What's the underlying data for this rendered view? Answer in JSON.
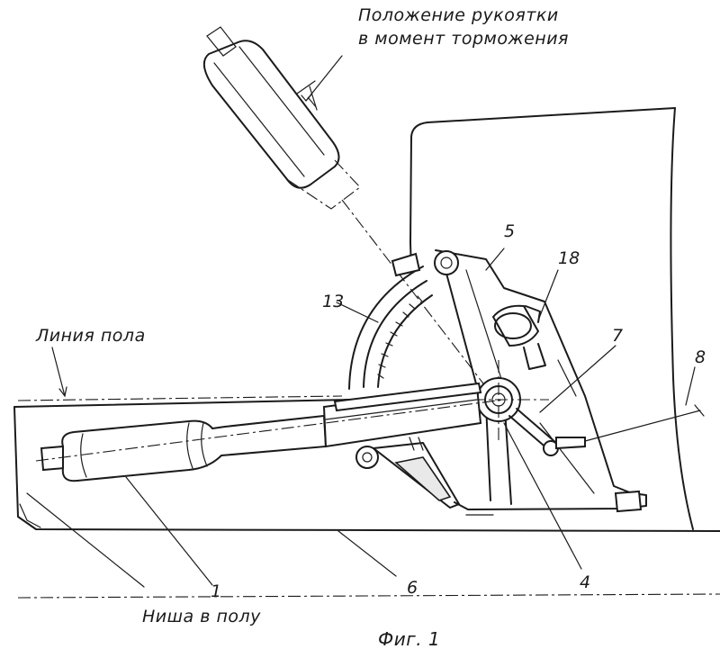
{
  "labels": {
    "handle_position": "Положение рукоятки",
    "handle_position_2": "в момент торможения",
    "floor_line": "Линия пола",
    "floor_niche": "Ниша в полу",
    "caption": "Фиг. 1"
  },
  "callouts": {
    "n1": "1",
    "n4": "4",
    "n5": "5",
    "n6": "6",
    "n7": "7",
    "n8": "8",
    "n13": "13",
    "n18": "18"
  }
}
